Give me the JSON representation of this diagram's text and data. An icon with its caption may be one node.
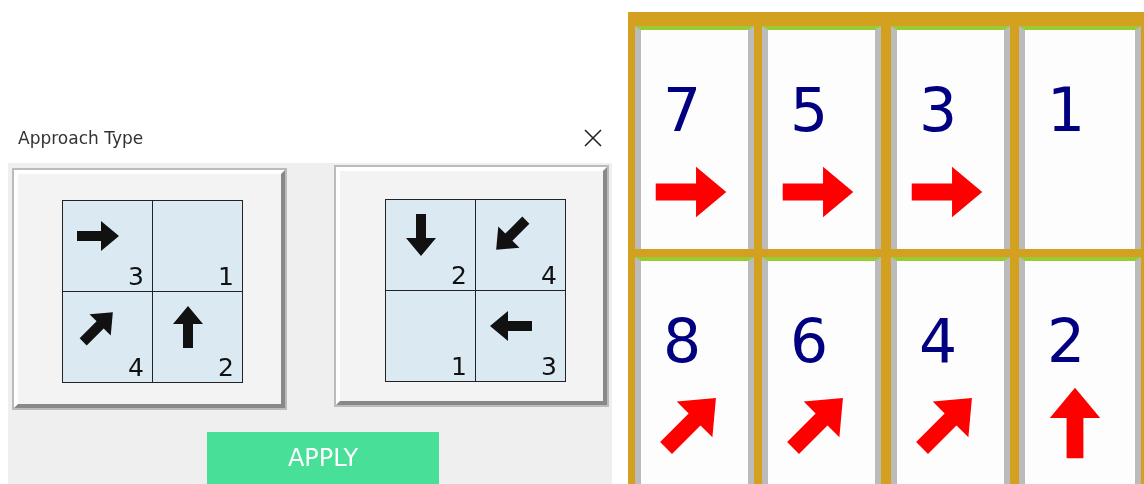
{
  "diagram": {
    "nodes": [
      {
        "text": [
          "Approach Type"
        ]
      },
      {
        "text": [],
        "shape": "box",
        "in": 0
      },
      {
        "text": [
          "3"
        ],
        "in": 1
      },
      {
        "text": [
          "1"
        ],
        "in": 1
      },
      {
        "text": [
          "4"
        ],
        "in": 1
      },
      {
        "text": [
          "2"
        ],
        "in": 1
      },
      {
        "text": [],
        "shape": "box",
        "in": 0
      },
      {
        "text": [
          "2"
        ],
        "in": 6
      },
      {
        "text": [
          "4"
        ],
        "in": 6
      },
      {
        "text": [
          "1"
        ],
        "in": 6
      },
      {
        "text": [
          "3"
        ],
        "in": 6
      },
      {
        "text": [
          "APPLY"
        ],
        "in": 0
      },
      {
        "text": [],
        "shape": "box"
      },
      {
        "text": [
          "7"
        ],
        "in": 12
      },
      {
        "text": [
          "5"
        ],
        "in": 12
      },
      {
        "text": [
          "3"
        ],
        "in": 12
      },
      {
        "text": [
          "1"
        ],
        "in": 12
      },
      {
        "text": [
          "8"
        ],
        "in": 12
      },
      {
        "text": [
          "6"
        ],
        "in": 12
      },
      {
        "text": [
          "4"
        ],
        "in": 12
      },
      {
        "text": [
          "2"
        ],
        "in": 12
      }
    ]
  }
}
